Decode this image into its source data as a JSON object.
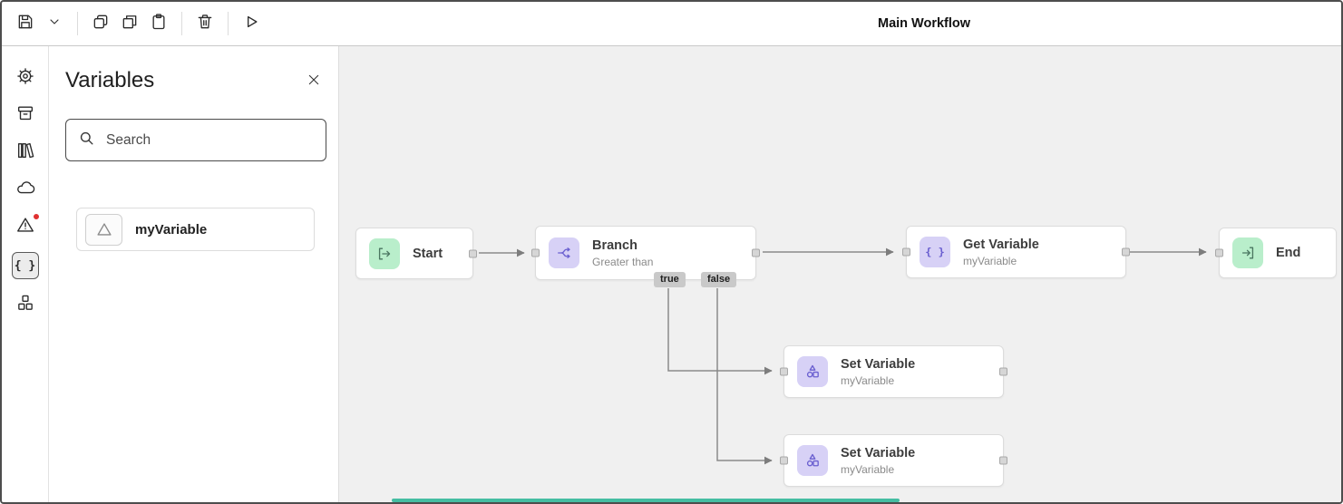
{
  "window": {
    "title": "Main Workflow"
  },
  "toolbar": {
    "buttons": [
      "save",
      "chevron-down",
      "copy",
      "duplicate",
      "paste",
      "delete",
      "run"
    ]
  },
  "activity_bar": {
    "items": [
      {
        "name": "settings"
      },
      {
        "name": "packages"
      },
      {
        "name": "library"
      },
      {
        "name": "cloud"
      },
      {
        "name": "alerts",
        "has_badge": true
      },
      {
        "name": "variables",
        "selected": true
      },
      {
        "name": "blocks"
      }
    ]
  },
  "variables_panel": {
    "title": "Variables",
    "search_placeholder": "Search",
    "items": [
      {
        "name": "myVariable"
      }
    ]
  },
  "canvas": {
    "nodes": [
      {
        "label": "Start"
      },
      {
        "label": "Branch",
        "sublabel": "Greater than"
      },
      {
        "label": "Get Variable",
        "sublabel": "myVariable"
      },
      {
        "label": "End"
      },
      {
        "label": "Set Variable",
        "sublabel": "myVariable"
      },
      {
        "label": "Set Variable",
        "sublabel": "myVariable"
      }
    ],
    "edge_labels": {
      "true_label": "true",
      "false_label": "false"
    }
  },
  "icons": {
    "braces_glyph": "{ }"
  },
  "colors": {
    "node_green": "#b9eecb",
    "node_purple": "#d7d1f6",
    "edge": "#8a8a8a",
    "canvas_bg": "#f0f0f0",
    "edge_label_bg": "#c9c9c9",
    "alert_dot": "#e03131",
    "scrollbar": "#45bda2"
  }
}
